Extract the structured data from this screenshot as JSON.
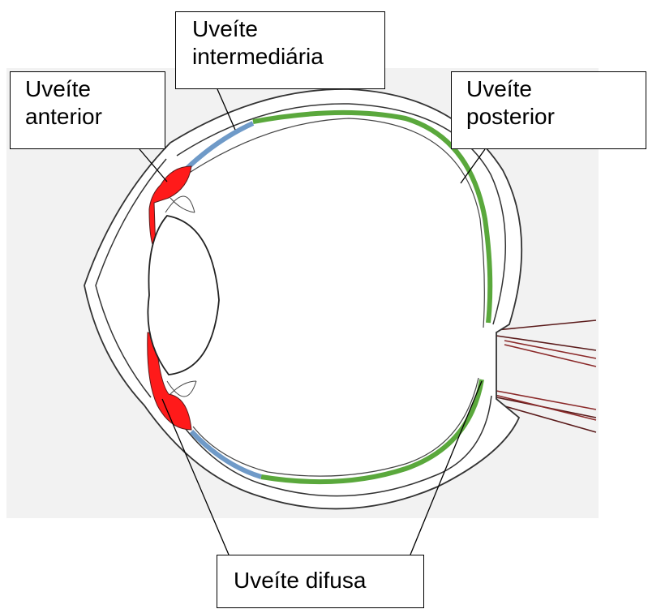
{
  "labels": {
    "intermediate": [
      "Uveíte",
      "intermediária"
    ],
    "anterior": [
      "Uveíte",
      "anterior"
    ],
    "posterior": [
      "Uveíte",
      "posterior"
    ],
    "diffuse": "Uveíte difusa"
  },
  "colors": {
    "anterior_uvea": "#ff1a1a",
    "intermediate_uvea": "#6f9ac8",
    "posterior_uvea": "#5aa83c",
    "tissue_outline": "#5a1a1a",
    "background": "#f2f2f2"
  }
}
